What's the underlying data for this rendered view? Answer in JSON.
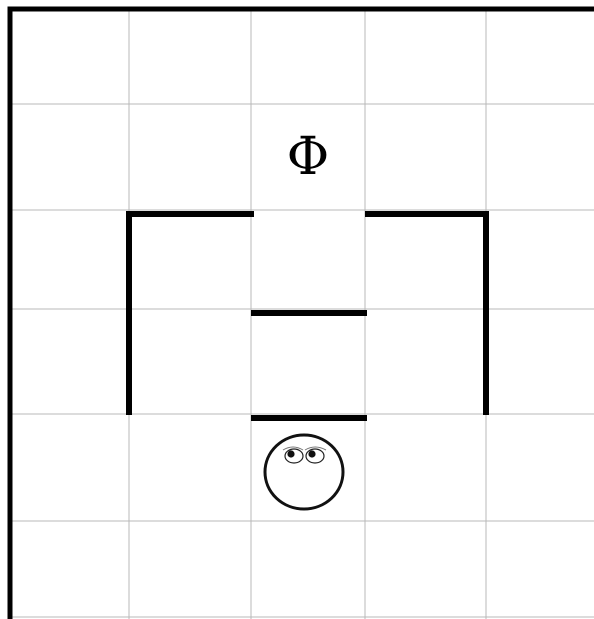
{
  "grid": {
    "columns": 5,
    "rows": 6
  },
  "goal": {
    "symbol": "Φ",
    "column": 2,
    "row": 1
  },
  "agent": {
    "icon": "smiley-face-icon",
    "column": 2,
    "row": 4
  },
  "colors": {
    "wall": "#000000",
    "grid": "#b9b9b9",
    "background": "#ffffff"
  }
}
